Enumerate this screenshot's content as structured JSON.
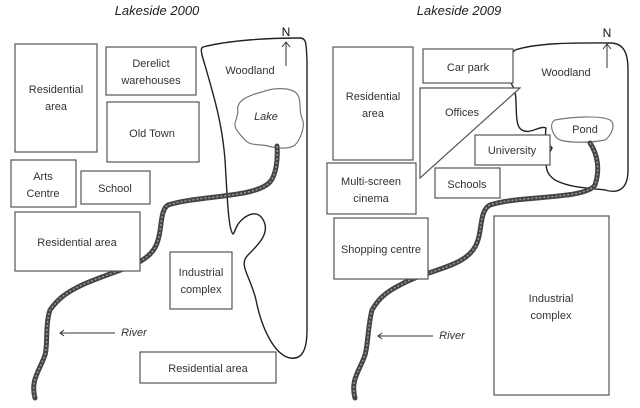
{
  "maps": [
    {
      "title": "Lakeside 2000",
      "north_label": "N",
      "labels": {
        "residential_nw": [
          "Residential",
          "area"
        ],
        "derelict": [
          "Derelict",
          "warehouses"
        ],
        "old_town": "Old Town",
        "arts_centre": [
          "Arts",
          "Centre"
        ],
        "school": "School",
        "residential_w": "Residential area",
        "industrial": [
          "Industrial",
          "complex"
        ],
        "residential_s": "Residential area",
        "woodland": "Woodland",
        "lake": "Lake",
        "river": "River"
      }
    },
    {
      "title": "Lakeside 2009",
      "north_label": "N",
      "labels": {
        "residential": [
          "Residential",
          "area"
        ],
        "car_park": "Car park",
        "offices": "Offices",
        "university": "University",
        "schools": "Schools",
        "cinema": [
          "Multi-screen",
          "cinema"
        ],
        "shopping": "Shopping centre",
        "industrial": [
          "Industrial",
          "complex"
        ],
        "woodland": "Woodland",
        "pond": "Pond",
        "river": "River"
      }
    }
  ]
}
